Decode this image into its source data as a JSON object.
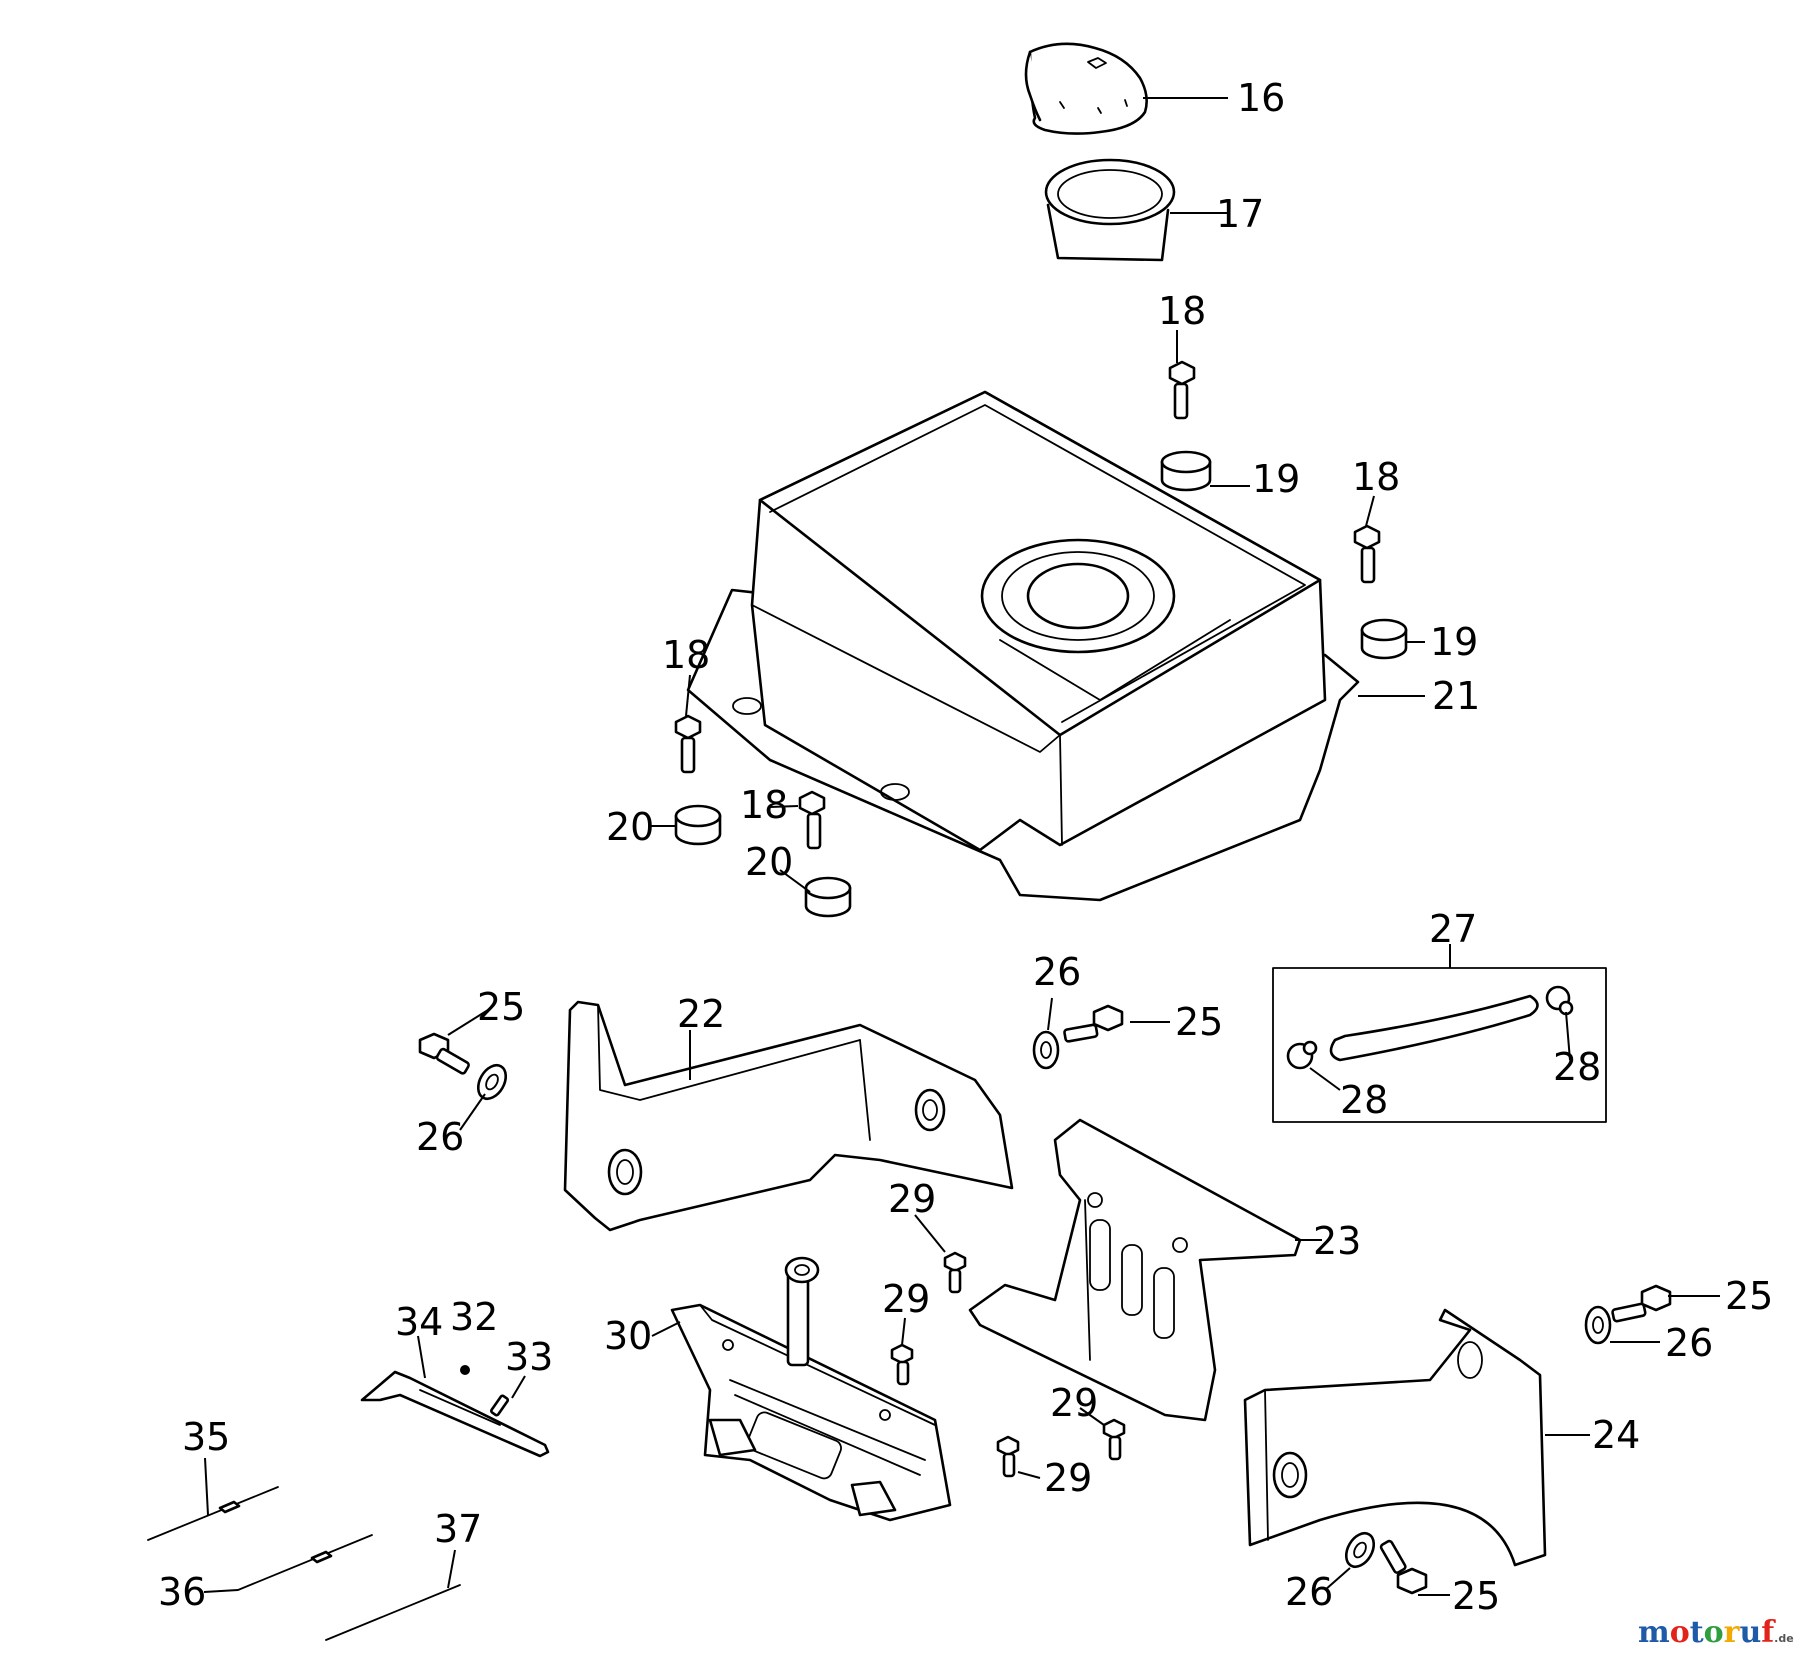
{
  "callouts": {
    "c16": "16",
    "c17": "17",
    "c18a": "18",
    "c18b": "18",
    "c18c": "18",
    "c18d": "18",
    "c19a": "19",
    "c19b": "19",
    "c20a": "20",
    "c20b": "20",
    "c21": "21",
    "c22": "22",
    "c23": "23",
    "c24": "24",
    "c25a": "25",
    "c25b": "25",
    "c25c": "25",
    "c25d": "25",
    "c26a": "26",
    "c26b": "26",
    "c26c": "26",
    "c26d": "26",
    "c27": "27",
    "c28a": "28",
    "c28b": "28",
    "c29a": "29",
    "c29b": "29",
    "c29c": "29",
    "c29d": "29",
    "c30": "30",
    "c32": "32",
    "c33": "33",
    "c34": "34",
    "c35": "35",
    "c36": "36",
    "c37": "37"
  },
  "watermark": {
    "moto_text": "motoruf",
    "domain_text": ".de",
    "colors": {
      "m": "#1f5aa8",
      "o1": "#e2231a",
      "t": "#1f5aa8",
      "o2": "#2e9e3e",
      "r": "#f2a900",
      "u": "#1f5aa8",
      "f": "#e2231a"
    }
  }
}
